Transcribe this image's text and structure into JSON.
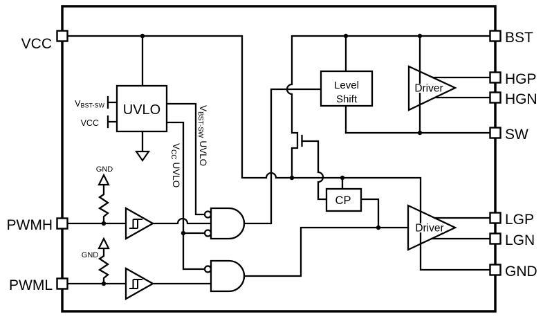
{
  "pins": {
    "left": [
      {
        "label": "VCC"
      },
      {
        "label": "PWMH"
      },
      {
        "label": "PWML"
      }
    ],
    "right": [
      {
        "label": "BST"
      },
      {
        "label": "HGP"
      },
      {
        "label": "HGN"
      },
      {
        "label": "SW"
      },
      {
        "label": "LGP"
      },
      {
        "label": "LGN"
      },
      {
        "label": "GND"
      }
    ]
  },
  "blocks": {
    "uvlo": {
      "label": "UVLO"
    },
    "level_shift": {
      "line1": "Level",
      "line2": "Shift"
    },
    "cp": {
      "label": "CP"
    },
    "driver_high": {
      "label": "Driver"
    },
    "driver_low": {
      "label": "Driver"
    }
  },
  "uvlo_block_inputs": {
    "input1": {
      "main": "V",
      "sub": "BST-SW"
    },
    "input2": {
      "main": "VCC"
    }
  },
  "signal_labels": {
    "vbst_sw_uvlo": {
      "main": "V",
      "sub": "BST-SW",
      "rest": "UVLO"
    },
    "vcc_uvlo": {
      "main": "V",
      "sub": "CC",
      "rest": "UVLO"
    }
  },
  "ground_labels": {
    "pwmh_pulldown": "GND",
    "pwml_pulldown": "GND"
  },
  "colors": {
    "line": "#000000",
    "background": "#ffffff"
  }
}
